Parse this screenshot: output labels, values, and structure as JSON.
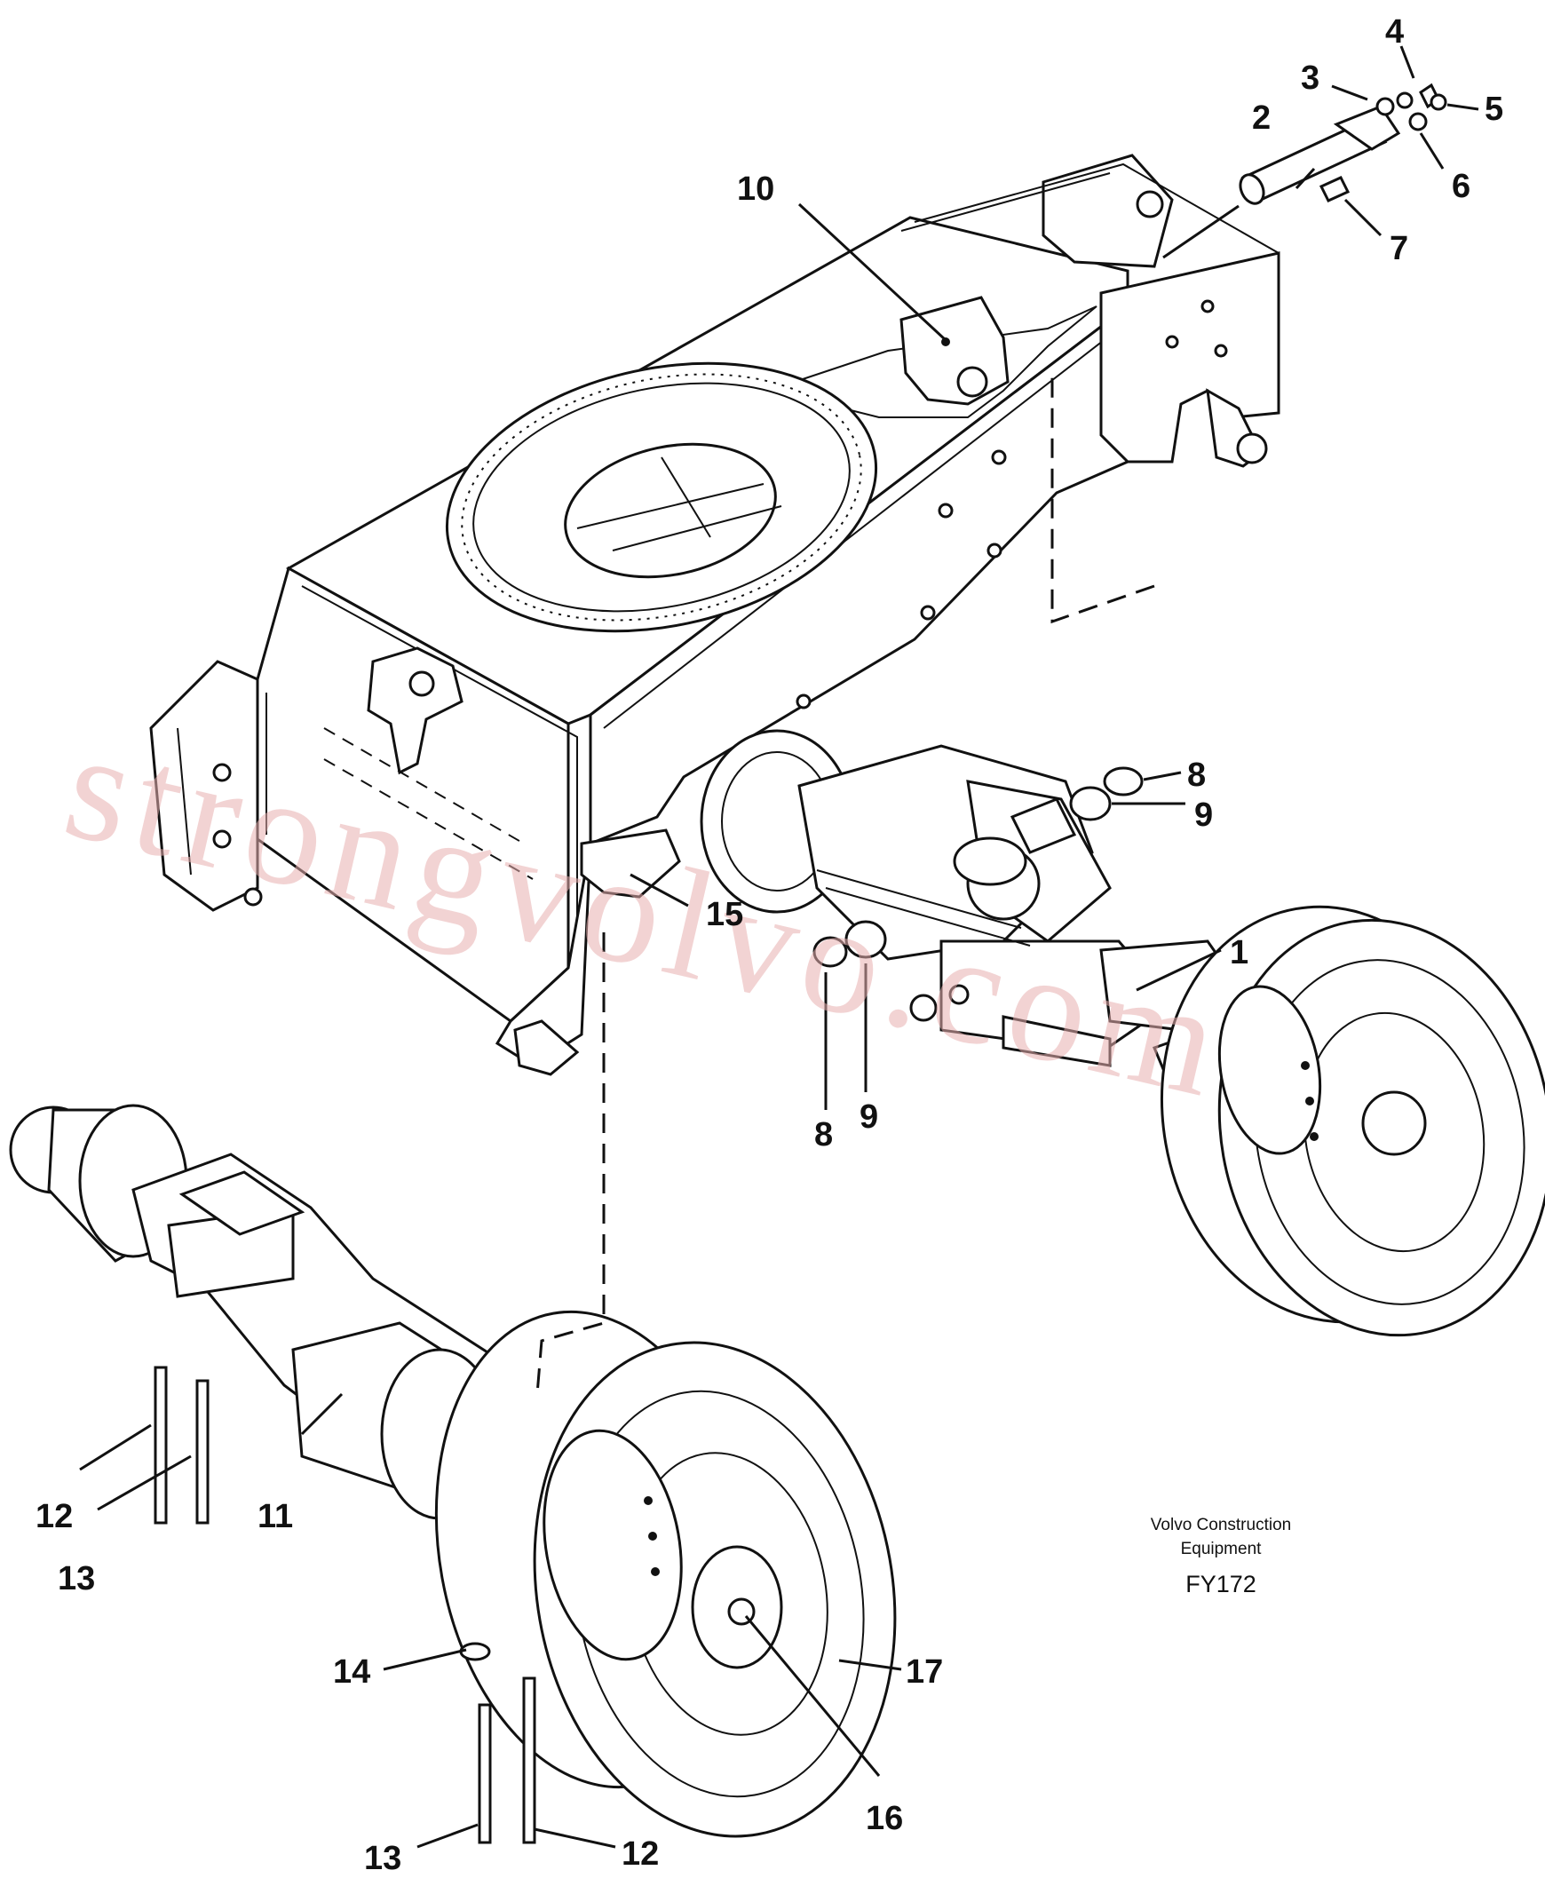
{
  "callouts": {
    "n1": "1",
    "n2": "2",
    "n3": "3",
    "n4": "4",
    "n5": "5",
    "n6": "6",
    "n7": "7",
    "n8a": "8",
    "n8b": "8",
    "n9a": "9",
    "n9b": "9",
    "n10": "10",
    "n11": "11",
    "n12a": "12",
    "n12b": "12",
    "n13a": "13",
    "n13b": "13",
    "n14": "14",
    "n15": "15",
    "n16": "16",
    "n17": "17"
  },
  "caption": {
    "line1": "Volvo Construction",
    "line2": "Equipment",
    "code": "FY172"
  },
  "watermark": "strongvolvo.com"
}
